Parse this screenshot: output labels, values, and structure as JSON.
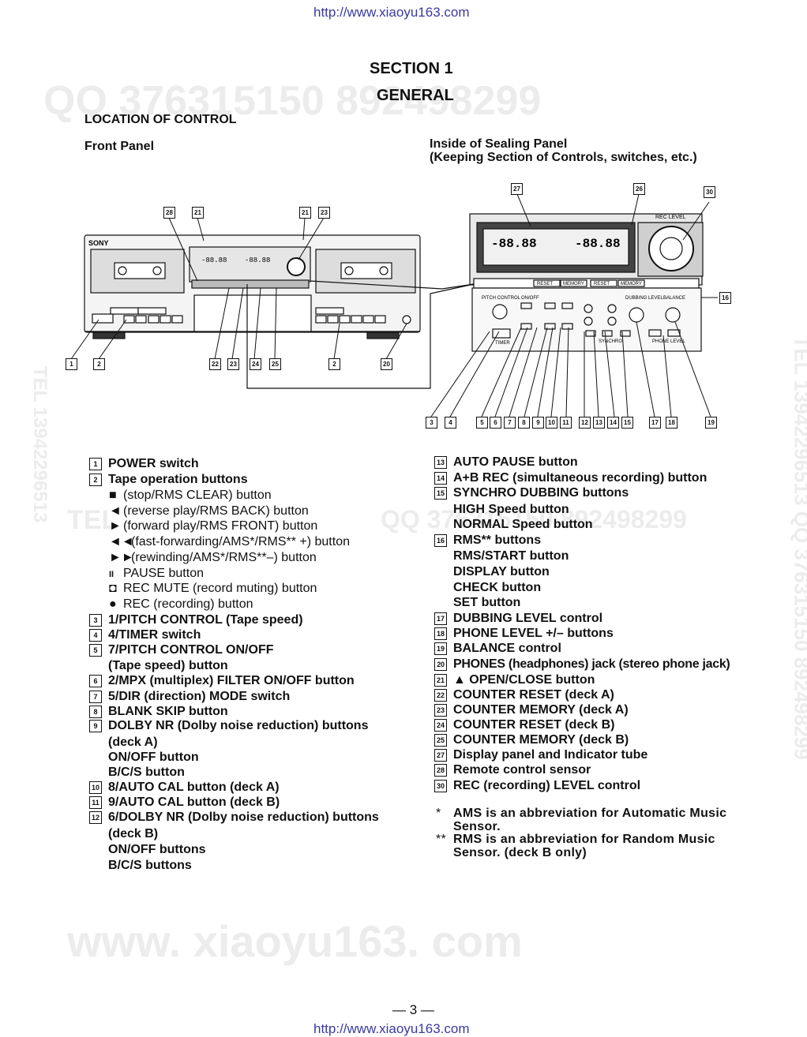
{
  "header_url": "http://www.xiaoyu163.com",
  "footer_url": "http://www.xiaoyu163.com",
  "watermarks": {
    "qq_top": "QQ 376315150   892498299",
    "qq_mid": "QQ 376315150 892498299",
    "tel_mid": "TEL",
    "side_right": "TEL 13942296513 QQ 376315150 892498299",
    "side_left": "TEL 13942296513",
    "bottom": "www. xiaoyu163. com"
  },
  "section": "SECTION 1",
  "general": "GENERAL",
  "location": "LOCATION OF CONTROL",
  "front_panel": "Front Panel",
  "inside_title": "Inside of Sealing Panel",
  "inside_sub": "(Keeping Section of Controls, switches, etc.)",
  "diagram": {
    "brand": "SONY",
    "meter_readout_1": "-88.88",
    "meter_readout_2": "-88.88",
    "zoom_readout_1": "-88.88",
    "zoom_readout_2": "-88.88",
    "reset": "RESET",
    "memory": "MEMORY",
    "pitch_control": "PITCH CONTROL",
    "on_off": "ON/OFF",
    "dubbing_level": "DUBBING LEVEL",
    "balance": "BALANCE",
    "timer": "TIMER",
    "synchro": "SYNCHRO",
    "phone_level": "PHONE LEVEL",
    "rec_level": "REC LEVEL",
    "callouts_top": [
      "27",
      "26",
      "30"
    ],
    "callouts_front_top": [
      "28",
      "21",
      "21",
      "23"
    ],
    "callouts_front_bottom": [
      "1",
      "2",
      "22",
      "23",
      "24",
      "25",
      "2",
      "20"
    ],
    "callout_16": "16",
    "callouts_inside_bottom": [
      "3",
      "4",
      "5",
      "6",
      "7",
      "8",
      "9",
      "10",
      "11",
      "12",
      "13",
      "14",
      "15",
      "17",
      "18",
      "19"
    ]
  },
  "left_list": [
    {
      "num": "1",
      "text": "POWER switch",
      "kind": "main"
    },
    {
      "num": "2",
      "text": "Tape operation buttons",
      "kind": "main"
    },
    {
      "sym": "■",
      "text": "(stop/RMS CLEAR) button",
      "kind": "sub"
    },
    {
      "sym": "◄",
      "text": "(reverse play/RMS BACK) button",
      "kind": "sub"
    },
    {
      "sym": "►",
      "text": "(forward play/RMS FRONT) button",
      "kind": "sub"
    },
    {
      "sym": "◄◄",
      "text": "(fast-forwarding/AMS*/RMS** +) button",
      "kind": "sub"
    },
    {
      "sym": "►►",
      "text": "(rewinding/AMS*/RMS**–) button",
      "kind": "sub"
    },
    {
      "sym": "II",
      "text": "PAUSE button",
      "kind": "sub"
    },
    {
      "sym": "◘",
      "text": "REC MUTE (record muting) button",
      "kind": "sub"
    },
    {
      "sym": "●",
      "text": "REC (recording) button",
      "kind": "sub"
    },
    {
      "num": "3",
      "text": "1/PITCH CONTROL (Tape speed)",
      "kind": "main"
    },
    {
      "num": "4",
      "text": "4/TIMER switch",
      "kind": "main"
    },
    {
      "num": "5",
      "text": "7/PITCH CONTROL ON/OFF",
      "kind": "main"
    },
    {
      "text": "(Tape speed) button",
      "kind": "cont"
    },
    {
      "num": "6",
      "text": "2/MPX (multiplex) FILTER ON/OFF button",
      "kind": "main"
    },
    {
      "num": "7",
      "text": "5/DIR (direction) MODE switch",
      "kind": "main"
    },
    {
      "num": "8",
      "text": "BLANK SKIP button",
      "kind": "main"
    },
    {
      "num": "9",
      "text": "DOLBY NR (Dolby noise reduction) buttons",
      "kind": "main"
    },
    {
      "text": "(deck A)",
      "kind": "cont"
    },
    {
      "text": "ON/OFF button",
      "kind": "cont"
    },
    {
      "text": "B/C/S button",
      "kind": "cont"
    },
    {
      "num": "10",
      "text": "8/AUTO CAL button (deck A)",
      "kind": "main"
    },
    {
      "num": "11",
      "text": "9/AUTO CAL button (deck B)",
      "kind": "main"
    },
    {
      "num": "12",
      "text": "6/DOLBY NR (Dolby noise reduction) buttons",
      "kind": "main"
    },
    {
      "text": "(deck B)",
      "kind": "cont"
    },
    {
      "text": "ON/OFF buttons",
      "kind": "cont"
    },
    {
      "text": "B/C/S buttons",
      "kind": "cont"
    }
  ],
  "right_list": [
    {
      "num": "13",
      "text": "AUTO PAUSE button",
      "kind": "main"
    },
    {
      "num": "14",
      "text": "A+B REC (simultaneous recording) button",
      "kind": "main"
    },
    {
      "num": "15",
      "text": "SYNCHRO DUBBING buttons",
      "kind": "main"
    },
    {
      "text": "HIGH Speed button",
      "kind": "cont"
    },
    {
      "text": "NORMAL Speed button",
      "kind": "cont"
    },
    {
      "num": "16",
      "text": "RMS** buttons",
      "kind": "main"
    },
    {
      "text": "RMS/START button",
      "kind": "cont"
    },
    {
      "text": "DISPLAY button",
      "kind": "cont"
    },
    {
      "text": "CHECK button",
      "kind": "cont"
    },
    {
      "text": "SET button",
      "kind": "cont"
    },
    {
      "num": "17",
      "text": "DUBBING LEVEL control",
      "kind": "main"
    },
    {
      "num": "18",
      "text": "PHONE LEVEL +/– buttons",
      "kind": "main"
    },
    {
      "num": "19",
      "text": "BALANCE control",
      "kind": "main"
    },
    {
      "num": "20",
      "text": "PHONES (headphones) jack (stereo phone jack)",
      "kind": "main"
    },
    {
      "num": "21",
      "text": "▲ OPEN/CLOSE button",
      "kind": "main"
    },
    {
      "num": "22",
      "text": "COUNTER RESET (deck A)",
      "kind": "main"
    },
    {
      "num": "23",
      "text": "COUNTER MEMORY (deck A)",
      "kind": "main"
    },
    {
      "num": "24",
      "text": "COUNTER RESET (deck B)",
      "kind": "main"
    },
    {
      "num": "25",
      "text": "COUNTER MEMORY (deck B)",
      "kind": "main"
    },
    {
      "num": "27",
      "text": "Display panel and Indicator tube",
      "kind": "main"
    },
    {
      "num": "28",
      "text": "Remote control sensor",
      "kind": "main"
    },
    {
      "num": "30",
      "text": "REC (recording) LEVEL control",
      "kind": "main"
    }
  ],
  "notes": [
    {
      "mark": "*",
      "text": "AMS is an abbreviation for Automatic Music Sensor."
    },
    {
      "mark": "**",
      "text": "RMS is an abbreviation for Random Music Sensor. (deck B only)"
    }
  ],
  "page_number": "— 3 —"
}
